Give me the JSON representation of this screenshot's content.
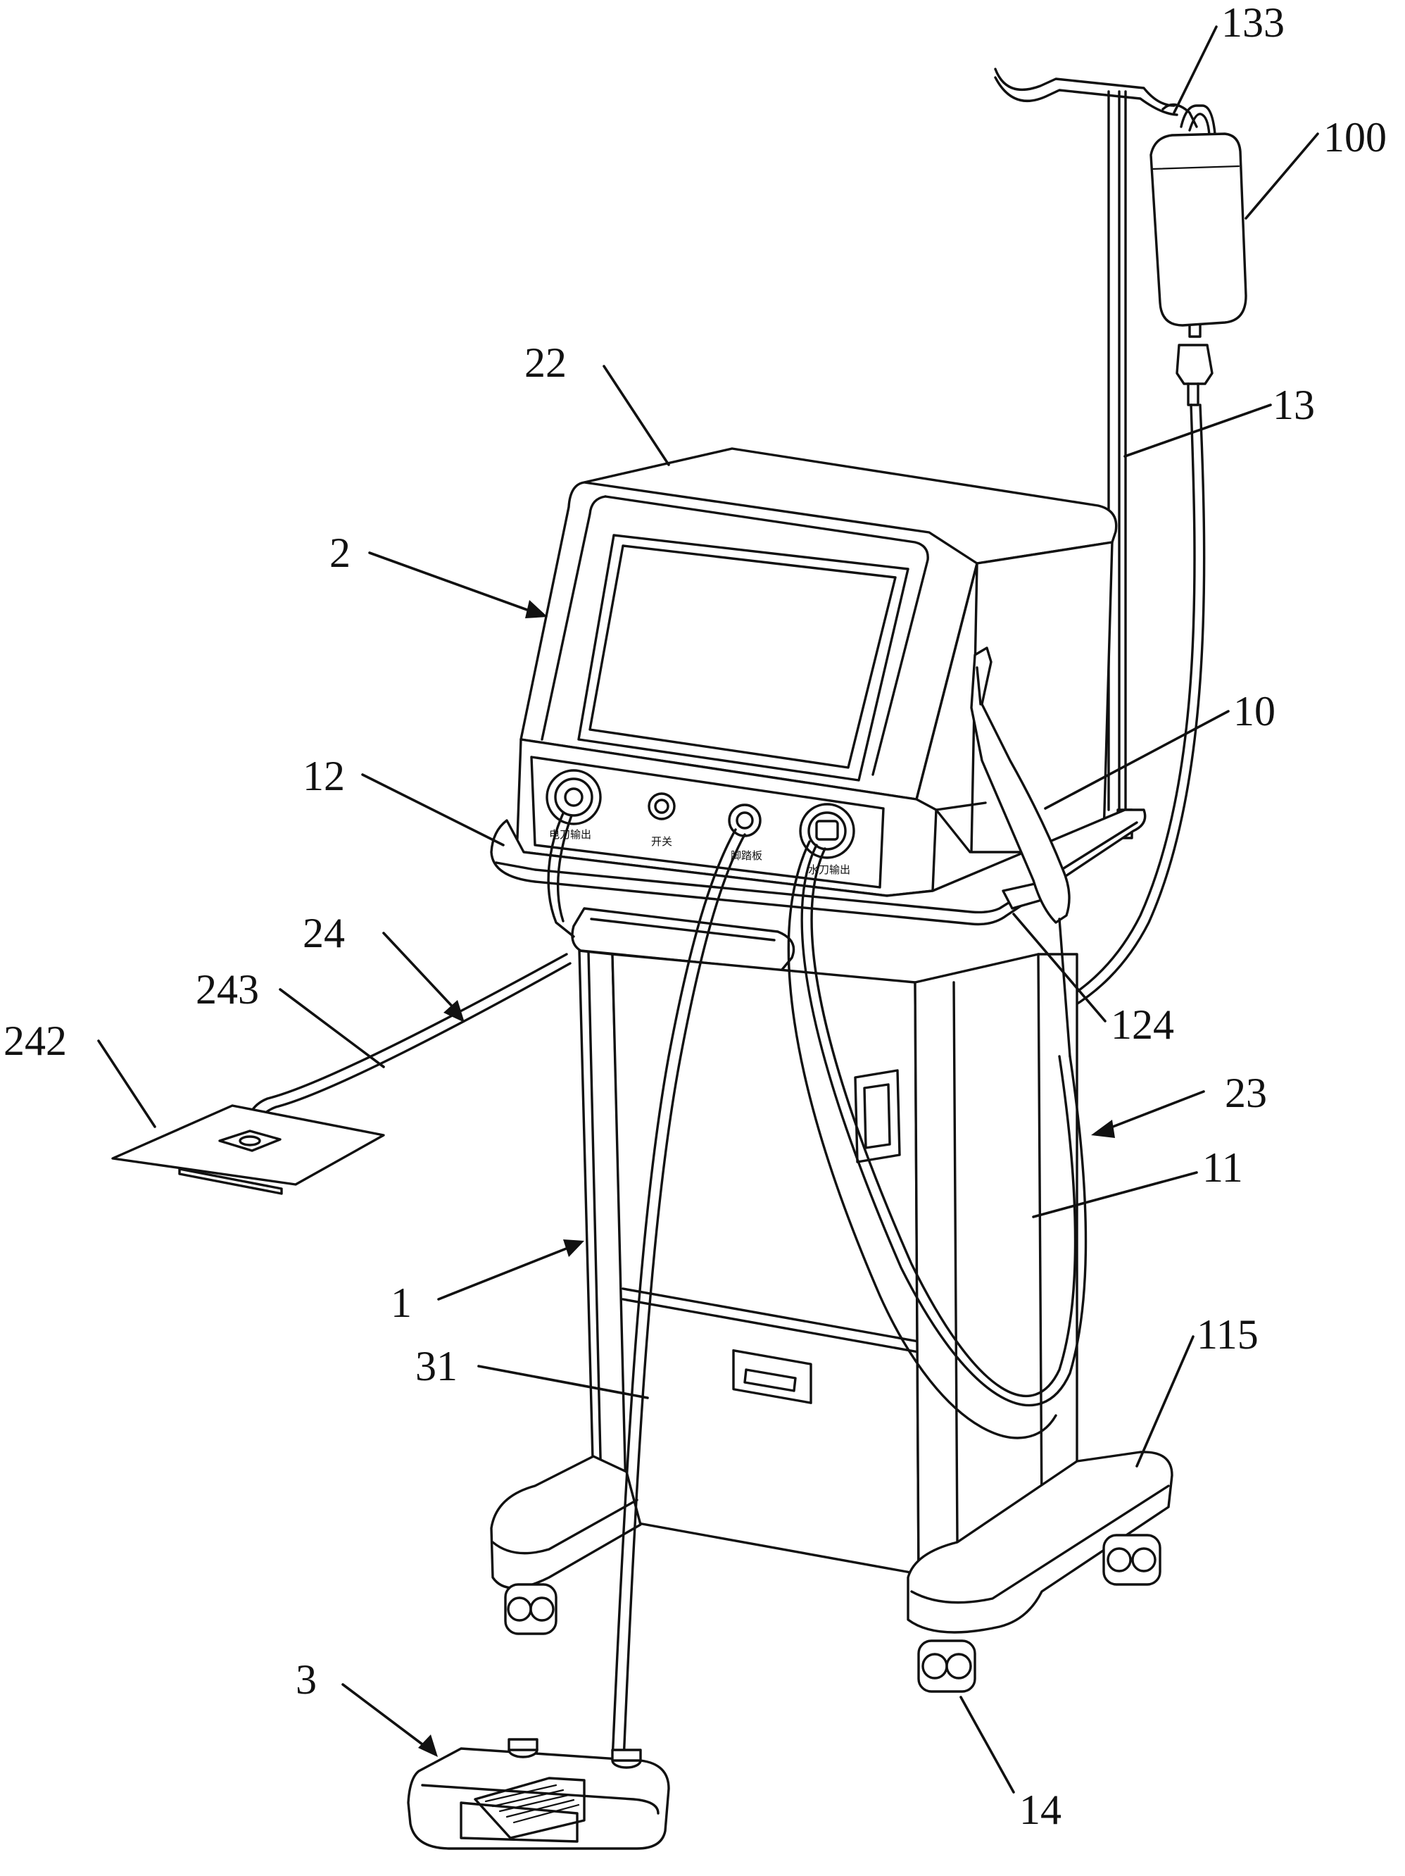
{
  "figure": {
    "panel_labels": {
      "left_port": "电刀输出",
      "switch": "开关",
      "middle_port": "脚踏板",
      "right_port": "水刀输出"
    },
    "reference_numerals": [
      {
        "id": "133",
        "text": "133"
      },
      {
        "id": "100",
        "text": "100"
      },
      {
        "id": "22",
        "text": "22"
      },
      {
        "id": "13",
        "text": "13"
      },
      {
        "id": "2",
        "text": "2"
      },
      {
        "id": "10",
        "text": "10"
      },
      {
        "id": "12",
        "text": "12"
      },
      {
        "id": "24",
        "text": "24"
      },
      {
        "id": "243",
        "text": "243"
      },
      {
        "id": "124",
        "text": "124"
      },
      {
        "id": "242",
        "text": "242"
      },
      {
        "id": "23",
        "text": "23"
      },
      {
        "id": "11",
        "text": "11"
      },
      {
        "id": "1",
        "text": "1"
      },
      {
        "id": "115",
        "text": "115"
      },
      {
        "id": "31",
        "text": "31"
      },
      {
        "id": "3",
        "text": "3"
      },
      {
        "id": "14",
        "text": "14"
      }
    ]
  }
}
